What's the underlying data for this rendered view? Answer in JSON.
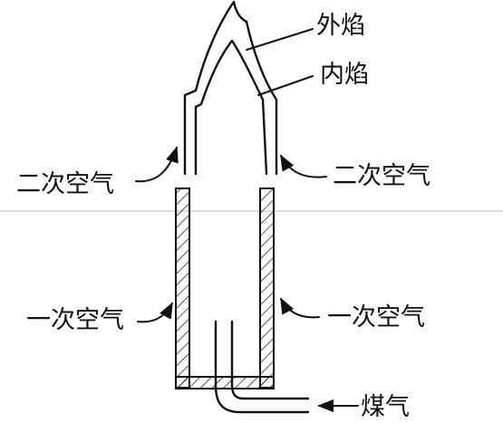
{
  "labels": {
    "outer_flame": "外焰",
    "inner_flame": "内焰",
    "secondary_air_left": "二次空气",
    "secondary_air_right": "二次空气",
    "primary_air_left": "一次空气",
    "primary_air_right": "一次空气",
    "gas": "煤气"
  },
  "colors": {
    "line": "#111111",
    "divider": "#b8b8b8",
    "background": "#ffffff"
  }
}
